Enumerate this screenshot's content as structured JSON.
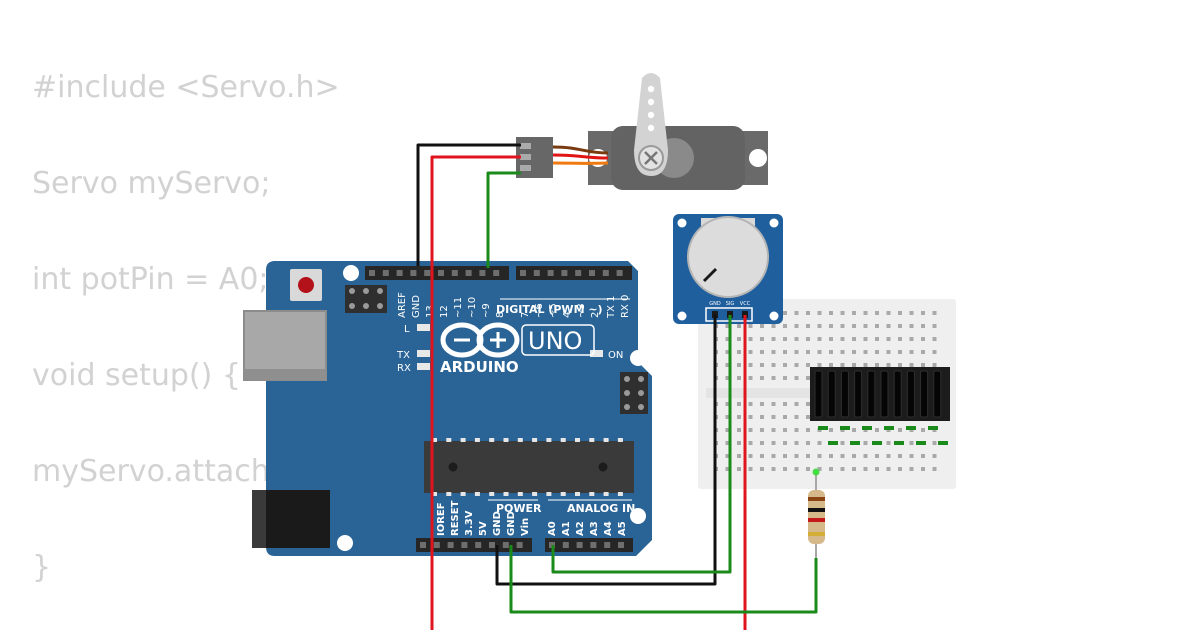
{
  "code": {
    "lines": [
      "#include <Servo.h>",
      "Servo myServo;",
      "int potPin = A0;",
      "void setup() {",
      "myServo.attach",
      "}"
    ]
  },
  "arduino": {
    "brand": "ARDUINO",
    "model": "UNO",
    "digital_header": "DIGITAL (PWM ~)",
    "digital_pins": [
      "AREF",
      "GND",
      "13",
      "12",
      "~11",
      "~10",
      "~9",
      "8",
      "7",
      "~6",
      "~5",
      "4",
      "~3",
      "2",
      "TX 1",
      "RX 0"
    ],
    "led_l": "L",
    "led_tx": "TX",
    "led_rx": "RX",
    "led_on": "ON",
    "power_header": "POWER",
    "analog_header": "ANALOG IN",
    "power_pins": [
      "IOREF",
      "RESET",
      "3.3V",
      "5V",
      "GND",
      "GND",
      "Vin"
    ],
    "analog_pins": [
      "A0",
      "A1",
      "A2",
      "A3",
      "A4",
      "A5"
    ]
  },
  "potentiometer": {
    "pins": [
      "GND",
      "SIG",
      "VCC"
    ]
  },
  "colors": {
    "code_text": "#d2d2d2",
    "board_blue": "#2a6496",
    "module_blue": "#1f5f9e",
    "wire_red": "#e0141c",
    "wire_black": "#111111",
    "wire_green": "#1a8a1a",
    "servo_gray": "#6a6a6a",
    "breadboard": "#efefef"
  }
}
